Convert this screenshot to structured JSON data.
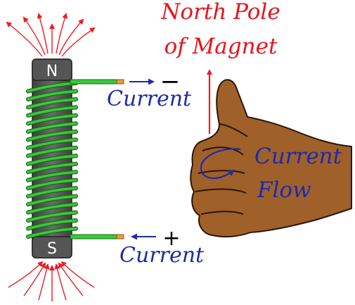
{
  "title": {
    "line1": "North Pole",
    "line2": "of Magnet"
  },
  "poles": {
    "north": "N",
    "south": "S"
  },
  "terminals": {
    "top": {
      "label": "Current",
      "sign": "−"
    },
    "bottom": {
      "label": "Current",
      "sign": "+"
    }
  },
  "hand": {
    "flow_line1": "Current",
    "flow_line2": "Flow"
  },
  "icons": [
    "north-field-arrows-icon",
    "south-field-arrows-icon",
    "current-arrow-icon",
    "thumb-up-hand-icon",
    "curl-arrow-icon"
  ],
  "colors": {
    "title_red": "#e8141c",
    "field_red": "#ee1c24",
    "label_blue": "#1c2ba8",
    "coil_green": "#3ac83a",
    "coil_dark": "#1a6b1a",
    "core_gray": "#5b5b5b",
    "skin_brown": "#a0602a",
    "wire_tip": "#e0a23a"
  }
}
